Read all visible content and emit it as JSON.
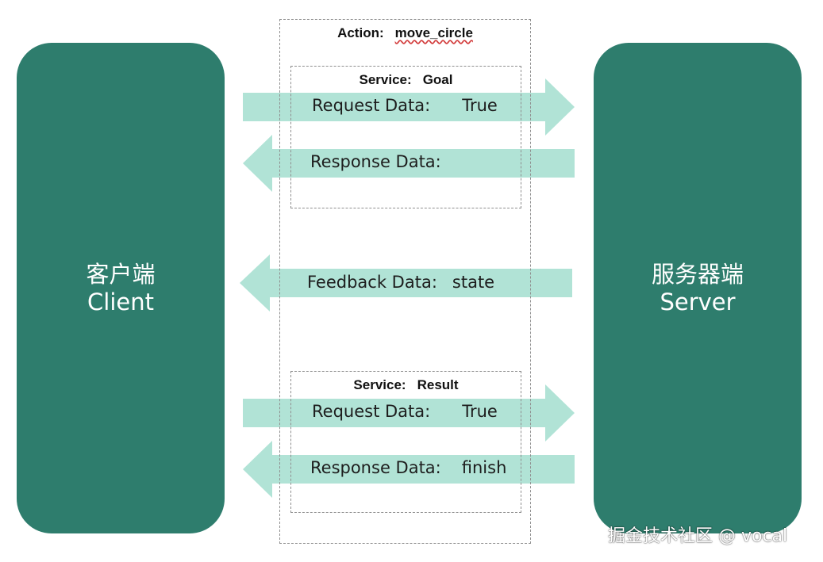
{
  "colors": {
    "node_fill": "#2e7d6d",
    "arrow_fill": "#b1e3d6",
    "dash_border": "#8f8f8f",
    "text_dark": "#1d1d1d",
    "node_text": "#ffffff"
  },
  "client": {
    "title_cn": "客户端",
    "title_en": "Client"
  },
  "server": {
    "title_cn": "服务器端",
    "title_en": "Server"
  },
  "action": {
    "label": "Action:",
    "name": "move_circle"
  },
  "service_goal": {
    "label": "Service:",
    "name": "Goal",
    "request_label": "Request Data:",
    "request_value": "True",
    "response_label": "Response Data:",
    "response_value": ""
  },
  "feedback": {
    "label": "Feedback Data:",
    "value": "state"
  },
  "service_result": {
    "label": "Service:",
    "name": "Result",
    "request_label": "Request Data:",
    "request_value": "True",
    "response_label": "Response Data:",
    "response_value": "finish"
  },
  "watermark": "掘金技术社区 @ vocal"
}
